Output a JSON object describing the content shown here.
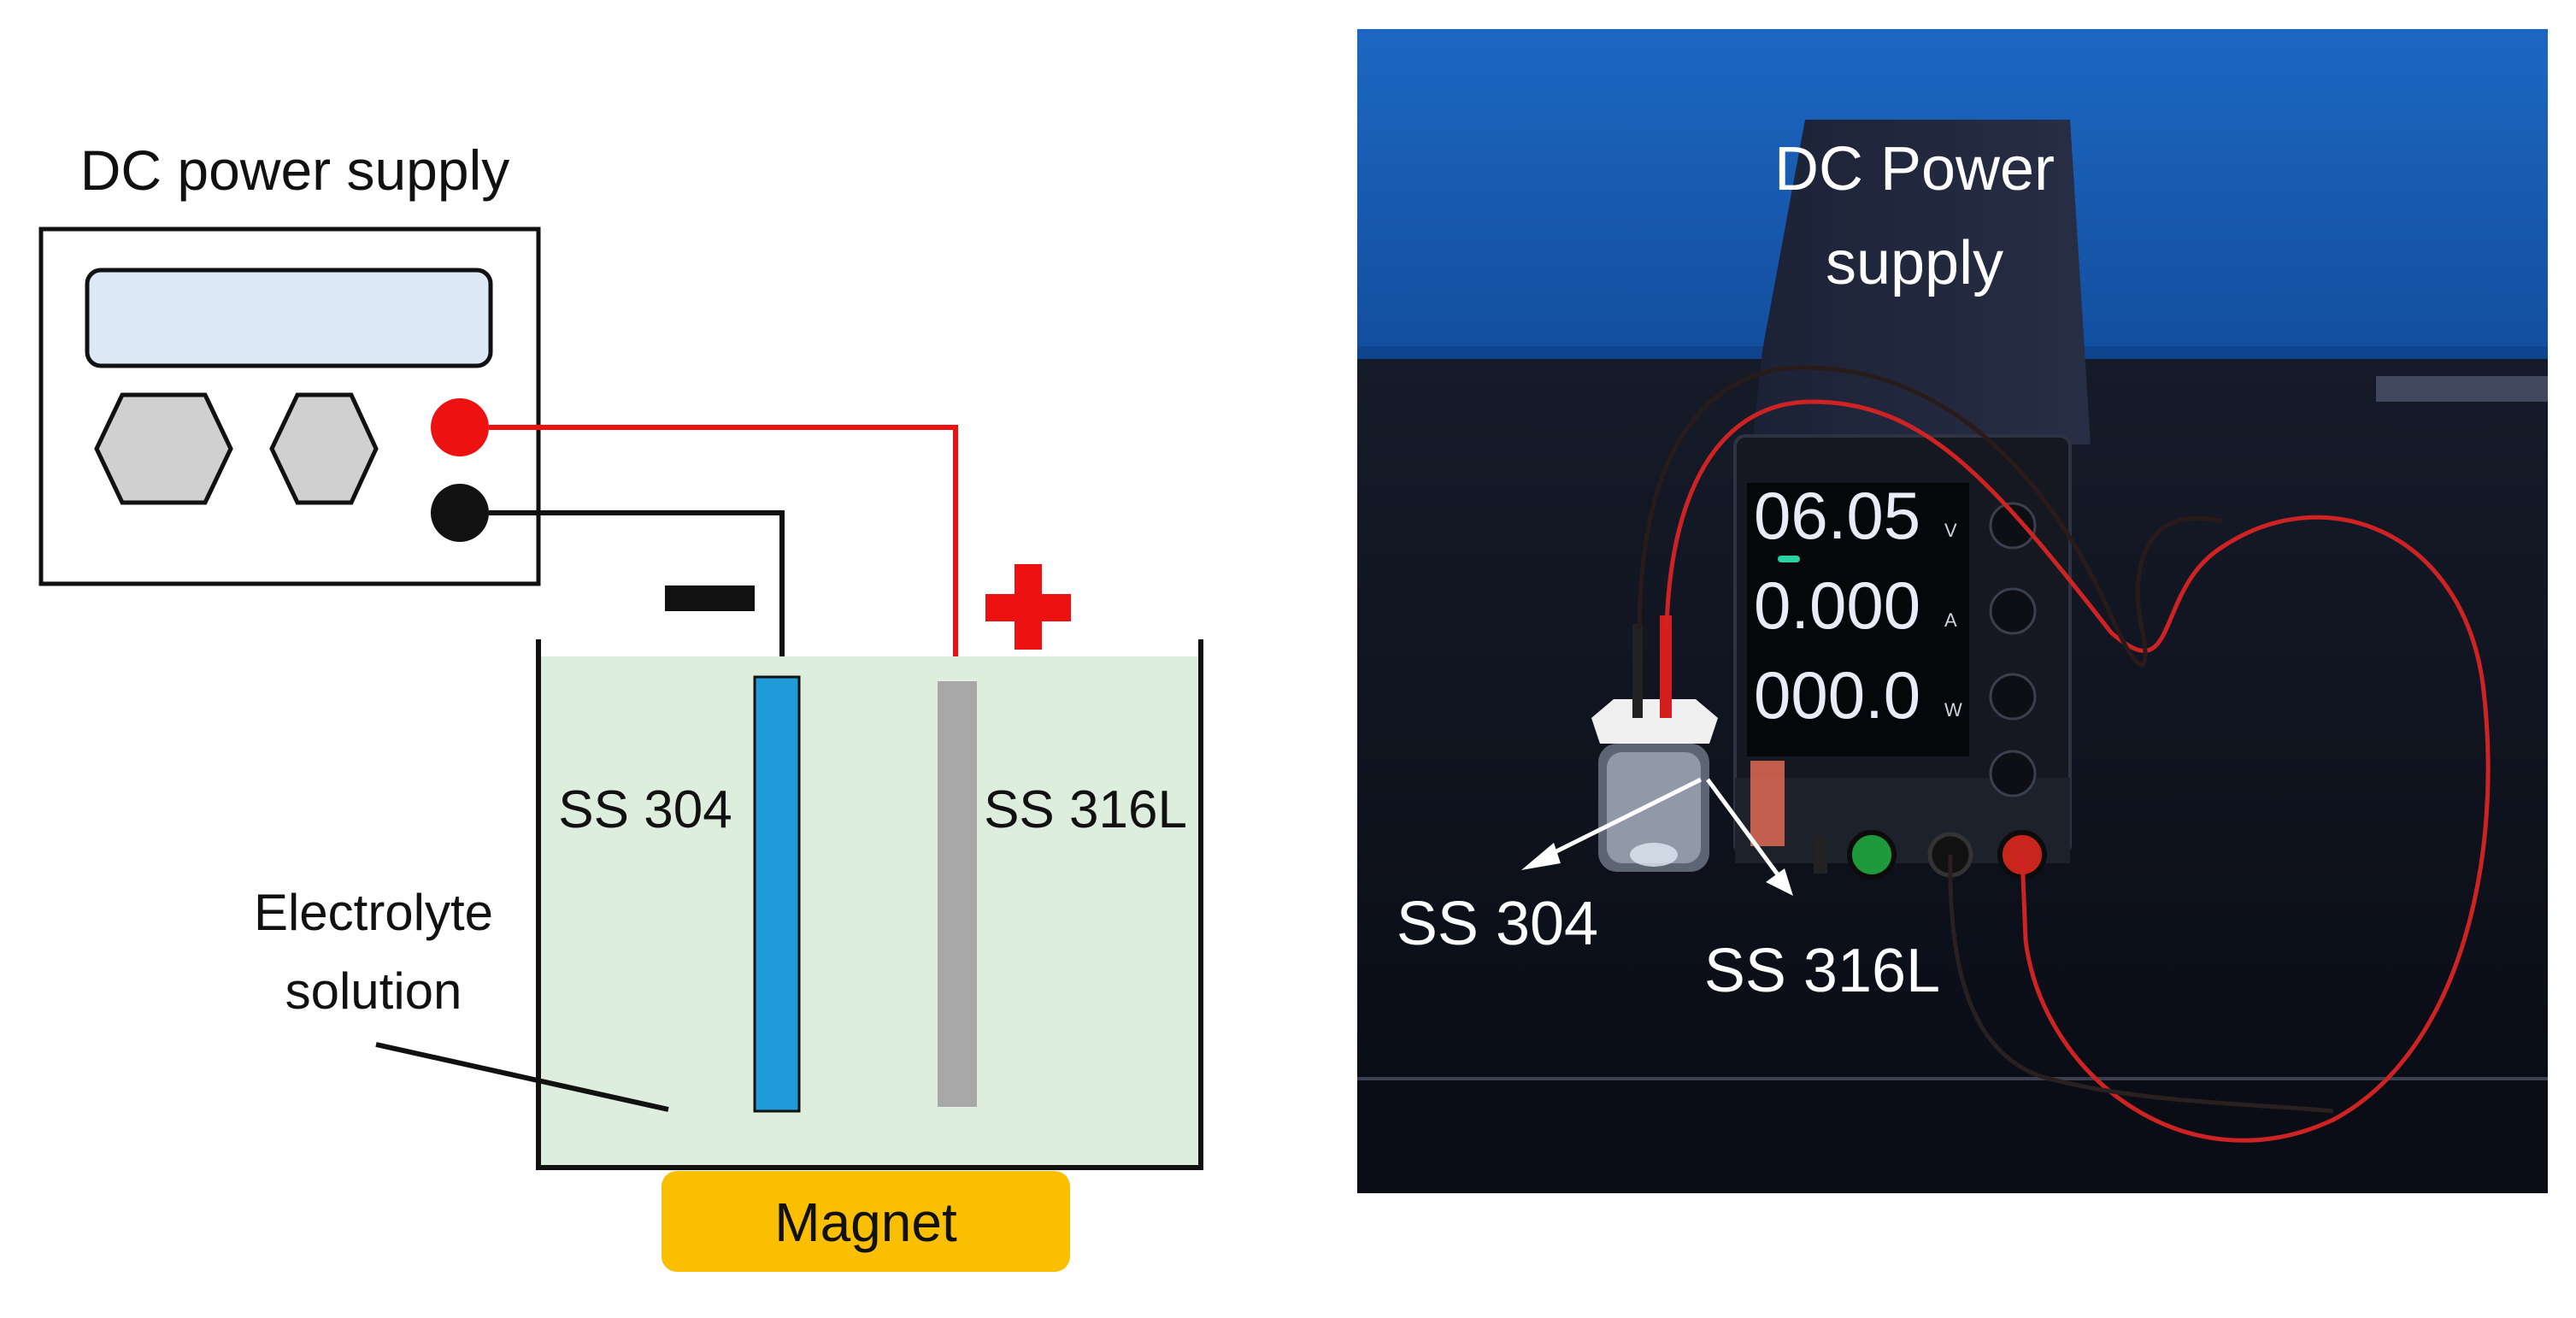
{
  "colors": {
    "positive_red": "#ee1111",
    "negative_black": "#111111",
    "electrolyte_fill": "#deeedd",
    "display_fill": "#dde9f7",
    "ss304_blue": "#1e9bd8",
    "ss316l_gray": "#a8a8a8",
    "magnet_yellow": "#f9bf00",
    "photo_wall_blue": "#1a5fb4",
    "photo_bench": "#0b0f1c"
  },
  "schematic": {
    "power_supply_title": "DC power supply",
    "negative_sign": "−",
    "positive_sign": "+",
    "ss304_label": "SS 304",
    "ss316l_label": "SS 316L",
    "electrolyte_line1": "Electrolyte",
    "electrolyte_line2": "solution",
    "magnet_label": "Magnet"
  },
  "photo": {
    "title_line1": "DC Power",
    "title_line2": "supply",
    "display_voltage": "06.05",
    "display_current": "0.000",
    "display_power": "000.0",
    "unit_voltage": "V",
    "unit_current": "A",
    "unit_power": "W",
    "ss304_label": "SS 304",
    "ss316l_label": "SS 316L"
  }
}
